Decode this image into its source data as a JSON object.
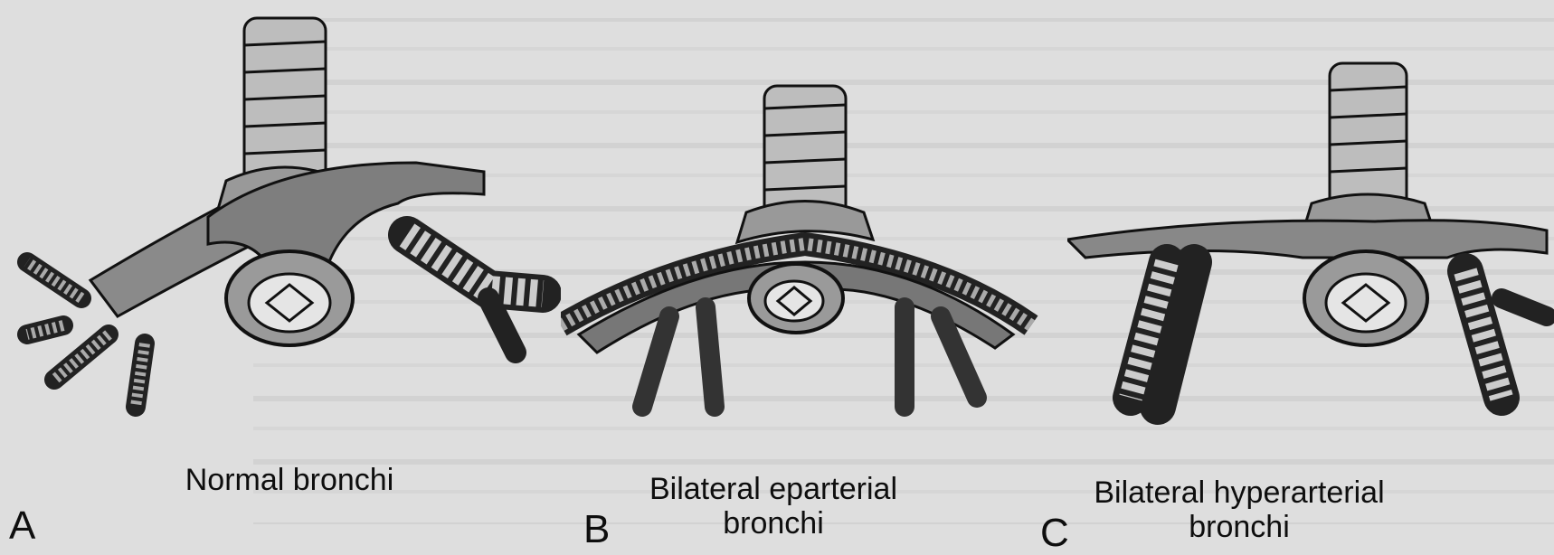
{
  "figure": {
    "panels": [
      {
        "letter": "A",
        "caption_line1": "Normal bronchi",
        "caption_line2": ""
      },
      {
        "letter": "B",
        "caption_line1": "Bilateral eparterial",
        "caption_line2": "bronchi"
      },
      {
        "letter": "C",
        "caption_line1": "Bilateral hyperarterial",
        "caption_line2": "bronchi"
      }
    ],
    "colors": {
      "background": "#dcdcdc",
      "ink": "#111111",
      "bleed_text": "#bdbdbd"
    }
  }
}
